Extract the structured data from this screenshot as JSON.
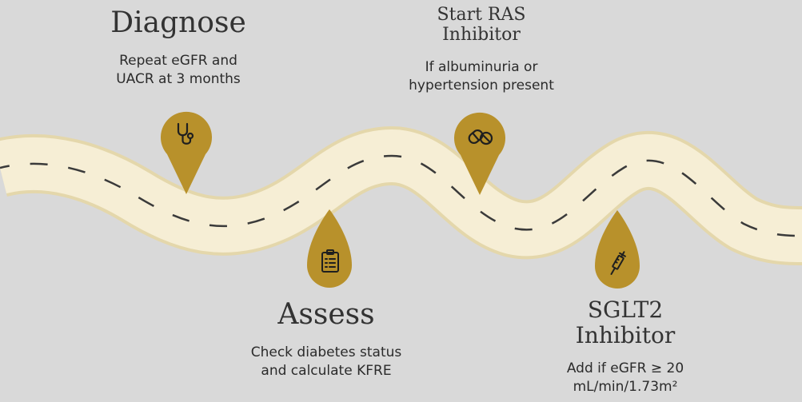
{
  "colors": {
    "background": "#d9d9d9",
    "road_fill": "#f6eed5",
    "road_edge": "#e4d7ab",
    "road_dash": "#3a3a3a",
    "pin_gold": "#b8912b"
  },
  "steps": [
    {
      "title": "Diagnose",
      "description": "Repeat eGFR and UACR at 3 months",
      "icon": "stethoscope-icon"
    },
    {
      "title": "Assess",
      "description": "Check diabetes status and calculate KFRE",
      "icon": "clipboard-icon"
    },
    {
      "title": "Start RAS Inhibitor",
      "description": "If albuminuria or hypertension present",
      "icon": "pill-icon"
    },
    {
      "title": "SGLT2 Inhibitor",
      "description": "Add if eGFR ≥ 20 mL/min/1.73m²",
      "icon": "syringe-icon"
    }
  ]
}
